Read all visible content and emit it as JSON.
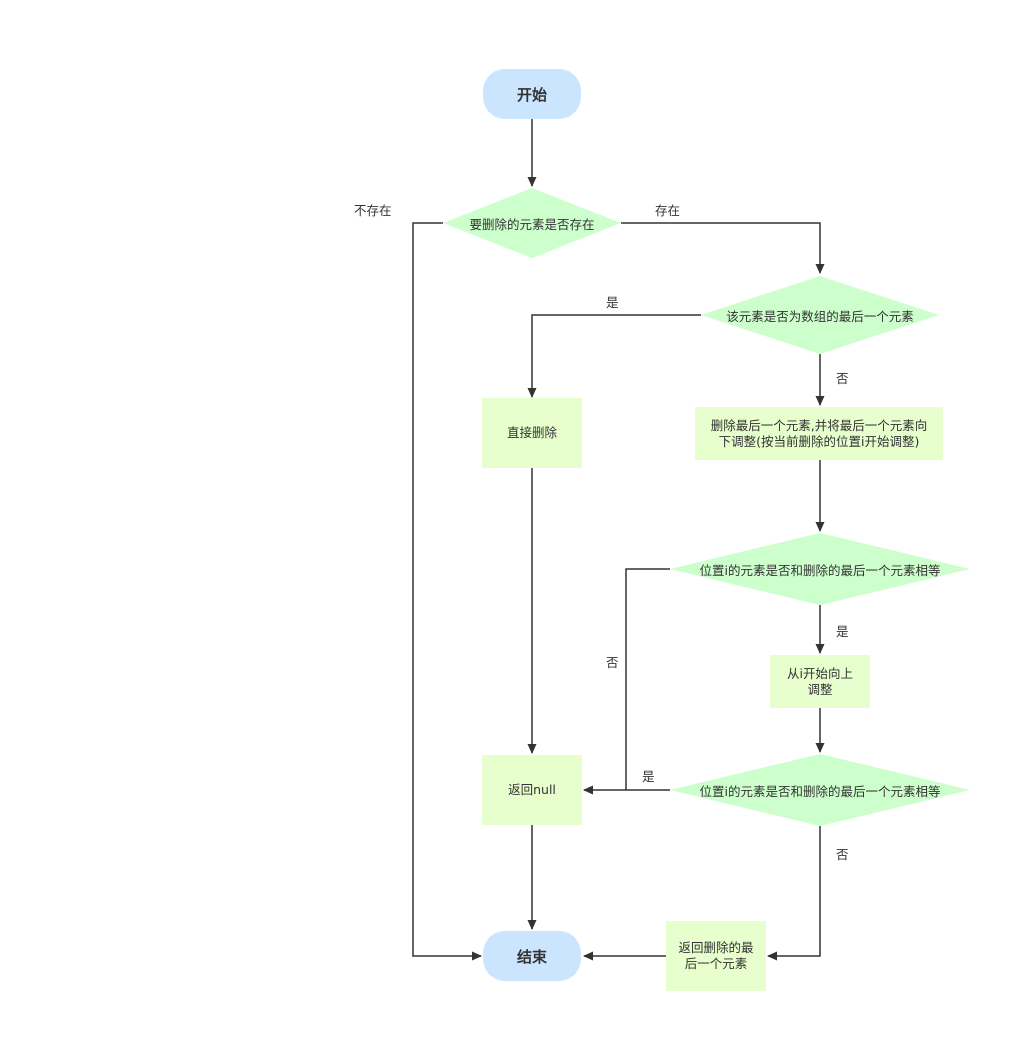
{
  "nodes": {
    "start": "开始",
    "check_exists": "要删除的元素是否存在",
    "check_last": "该元素是否为数组的最后一个元素",
    "delete_direct": "直接删除",
    "delete_last_adjust_line1": "删除最后一个元素,并将最后一个元素向",
    "delete_last_adjust_line2": "下调整(按当前删除的位置i开始调整)",
    "check_equal_1": "位置i的元素是否和删除的最后一个元素相等",
    "adjust_up_line1": "从i开始向上",
    "adjust_up_line2": "调整",
    "check_equal_2": "位置i的元素是否和删除的最后一个元素相等",
    "return_null": "返回null",
    "return_last_line1": "返回删除的最",
    "return_last_line2": "后一个元素",
    "end": "结束"
  },
  "edges": {
    "not_exist": "不存在",
    "exist": "存在",
    "is_last_yes": "是",
    "is_last_no": "否",
    "equal1_yes": "是",
    "equal1_no": "否",
    "equal2_yes": "是",
    "equal2_no": "否"
  },
  "colors": {
    "terminal_fill": "#cce5ff",
    "decision_fill": "#ccffcc",
    "process_fill": "#e6ffcc",
    "line": "#333333"
  }
}
